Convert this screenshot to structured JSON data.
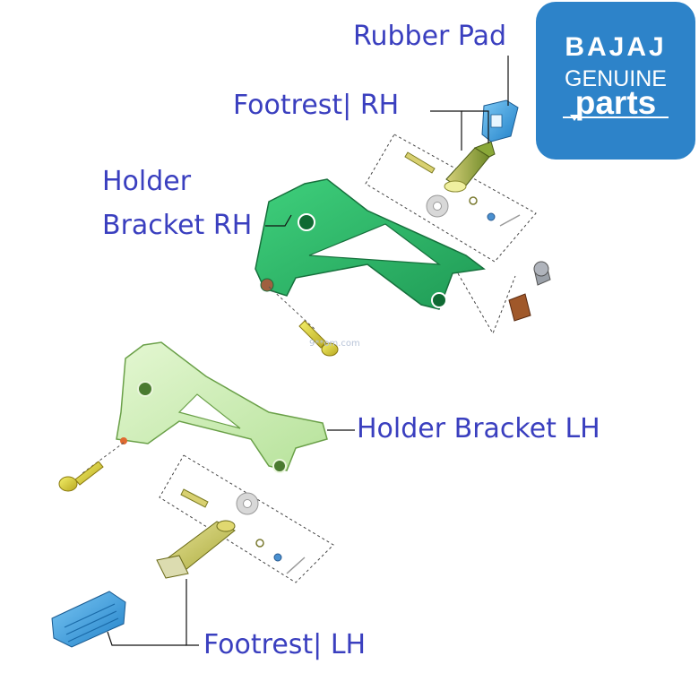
{
  "labels": {
    "rubber_pad": "Rubber Pad",
    "footrest_rh": "Footrest| RH",
    "holder_bracket_rh_line1": "Holder",
    "holder_bracket_rh_line2": "Bracket RH",
    "holder_bracket_lh": "Holder Bracket LH",
    "footrest_lh": "Footrest| LH"
  },
  "logo": {
    "brand": "BAJAJ",
    "line2": "GENUINE",
    "line3": "parts"
  },
  "watermark": "9**om.com",
  "colors": {
    "label_text": "#3a3fbf",
    "logo_bg": "#2d83c9",
    "bracket_rh": "#2db86a",
    "bracket_lh": "#c8ecae",
    "footrest_rh": "#7a9a30",
    "footrest_lh": "#b8c040",
    "rubber_pad": "#3aa0e0"
  }
}
